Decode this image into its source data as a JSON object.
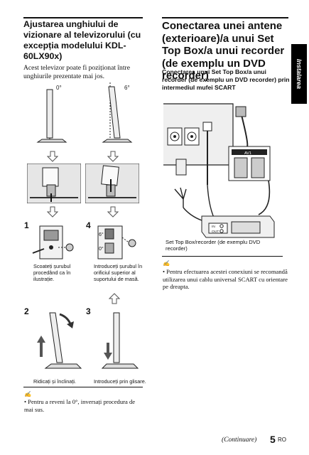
{
  "left": {
    "heading": "Ajustarea unghiului de vizionare al televizorului (cu excepția modelului KDL-60LX90x)",
    "intro": "Acest televizor poate fi poziționat între unghiurile prezentate mai jos.",
    "angle_0": "0°",
    "angle_6": "6°",
    "steps": [
      {
        "num": "1",
        "caption": "Scoateți șurubul procedând ca în ilustrație."
      },
      {
        "num": "4",
        "caption": "Introduceți șurubul în orificiul superior al suportului de masă."
      },
      {
        "num": "2",
        "caption": "Ridicați și înclinați."
      },
      {
        "num": "3",
        "caption": "Introduceți prin glisare."
      }
    ],
    "step4_labels": [
      "6°",
      "0°"
    ],
    "note_icon": "✍",
    "note": "Pentru a reveni la 0°, inversați procedura de mai sus."
  },
  "right": {
    "heading": "Conectarea unei antene (exterioare)/a unui Set Top Box/a unui recorder (de exemplu un DVD recorder)",
    "subheading": "Conectarea unui Set Top Box/a unui recorder (de exemplu un DVD recorder) prin intermediul mufei SCART",
    "tv_port_label": "AV1",
    "device_caption": "Set Top Box/recorder (de exemplu DVD recorder)",
    "device_ports": [
      "IN",
      "OUT"
    ],
    "note_icon": "✍",
    "note": "Pentru efectuarea acestei conexiuni se recomandă utilizarea unui cablu universal SCART cu orientare pe dreapta."
  },
  "side_tab": "Instalarea",
  "footer": {
    "continuation": "(Continuare)",
    "page_number": "5",
    "lang": "RO"
  }
}
